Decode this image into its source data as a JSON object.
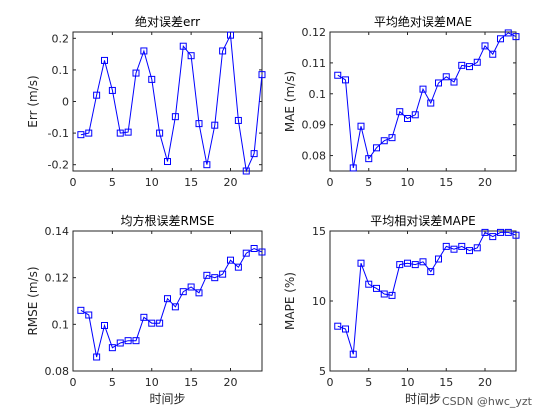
{
  "series_color": "#0000ff",
  "watermark": "CSDN @hwc_yzt",
  "chart_data": [
    {
      "type": "line",
      "title": "绝对误差err",
      "xlabel": "",
      "ylabel": "Err (m/s)",
      "xlim": [
        0,
        24
      ],
      "ylim": [
        -0.22,
        0.22
      ],
      "xticks": [
        0,
        5,
        10,
        15,
        20
      ],
      "yticks": [
        -0.2,
        -0.1,
        0,
        0.1,
        0.2
      ],
      "ytick_labels": [
        "-0.2",
        "-0.1",
        "0",
        "0.1",
        "0.2"
      ],
      "x": [
        1,
        2,
        3,
        4,
        5,
        6,
        7,
        8,
        9,
        10,
        11,
        12,
        13,
        14,
        15,
        16,
        17,
        18,
        19,
        20,
        21,
        22,
        23,
        24
      ],
      "y": [
        -0.105,
        -0.1,
        0.02,
        0.13,
        0.035,
        -0.1,
        -0.097,
        0.09,
        0.16,
        0.07,
        -0.1,
        -0.19,
        -0.048,
        0.175,
        0.145,
        -0.07,
        -0.2,
        -0.075,
        0.16,
        0.21,
        -0.06,
        -0.22,
        -0.165,
        0.085
      ]
    },
    {
      "type": "line",
      "title": "平均绝对误差MAE",
      "xlabel": "",
      "ylabel": "MAE (m/s)",
      "xlim": [
        0,
        24
      ],
      "ylim": [
        0.075,
        0.12
      ],
      "xticks": [
        0,
        5,
        10,
        15,
        20
      ],
      "yticks": [
        0.08,
        0.09,
        0.1,
        0.11,
        0.12
      ],
      "ytick_labels": [
        "0.08",
        "0.09",
        "0.1",
        "0.11",
        "0.12"
      ],
      "x": [
        1,
        2,
        3,
        4,
        5,
        6,
        7,
        8,
        9,
        10,
        11,
        12,
        13,
        14,
        15,
        16,
        17,
        18,
        19,
        20,
        21,
        22,
        23,
        24
      ],
      "y": [
        0.106,
        0.1045,
        0.076,
        0.0895,
        0.079,
        0.0825,
        0.0848,
        0.0858,
        0.0942,
        0.092,
        0.0932,
        0.1015,
        0.097,
        0.1035,
        0.1055,
        0.1038,
        0.1092,
        0.1088,
        0.1102,
        0.1155,
        0.1128,
        0.1178,
        0.1197,
        0.1185
      ]
    },
    {
      "type": "line",
      "title": "均方根误差RMSE",
      "xlabel": "时间步",
      "ylabel": "RMSE (m/s)",
      "xlim": [
        0,
        24
      ],
      "ylim": [
        0.08,
        0.14
      ],
      "xticks": [
        0,
        5,
        10,
        15,
        20
      ],
      "yticks": [
        0.08,
        0.1,
        0.12,
        0.14
      ],
      "ytick_labels": [
        "0.08",
        "0.1",
        "0.12",
        "0.14"
      ],
      "x": [
        1,
        2,
        3,
        4,
        5,
        6,
        7,
        8,
        9,
        10,
        11,
        12,
        13,
        14,
        15,
        16,
        17,
        18,
        19,
        20,
        21,
        22,
        23,
        24
      ],
      "y": [
        0.106,
        0.104,
        0.086,
        0.0995,
        0.09,
        0.092,
        0.093,
        0.093,
        0.103,
        0.1005,
        0.1005,
        0.111,
        0.1075,
        0.114,
        0.116,
        0.1135,
        0.121,
        0.12,
        0.1215,
        0.1275,
        0.1245,
        0.1305,
        0.1325,
        0.131
      ]
    },
    {
      "type": "line",
      "title": "平均相对误差MAPE",
      "xlabel": "时间步",
      "ylabel": "MAPE (%)",
      "xlim": [
        0,
        24
      ],
      "ylim": [
        5,
        15
      ],
      "xticks": [
        0,
        5,
        10,
        15,
        20
      ],
      "yticks": [
        5,
        10,
        15
      ],
      "ytick_labels": [
        "5",
        "10",
        "15"
      ],
      "x": [
        1,
        2,
        3,
        4,
        5,
        6,
        7,
        8,
        9,
        10,
        11,
        12,
        13,
        14,
        15,
        16,
        17,
        18,
        19,
        20,
        21,
        22,
        23,
        24
      ],
      "y": [
        8.2,
        8.0,
        6.2,
        12.7,
        11.2,
        10.9,
        10.5,
        10.4,
        12.6,
        12.7,
        12.6,
        12.8,
        12.1,
        13.0,
        13.9,
        13.7,
        13.9,
        13.6,
        13.8,
        14.9,
        14.6,
        14.9,
        14.9,
        14.7
      ]
    }
  ]
}
